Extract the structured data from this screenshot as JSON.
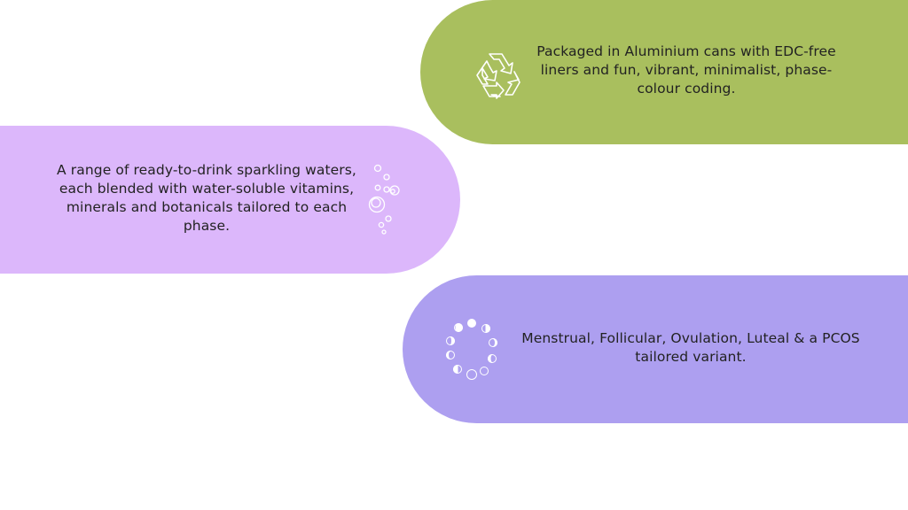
{
  "cards": {
    "packaging": {
      "text": "Packaged in Aluminium cans with EDC-free liners and fun, vibrant, minimalist, phase-colour coding.",
      "icon": "recycle-icon",
      "color": "#a9bf5e"
    },
    "product": {
      "text": "A range of ready-to-drink sparkling waters, each blended with water-soluble vitamins, minerals and botanicals tailored to each phase.",
      "icon": "bubbles-icon",
      "color": "#dcb7fb"
    },
    "phases": {
      "text": "Menstrual, Follicular, Ovulation, Luteal & a PCOS tailored variant.",
      "icon": "moon-phases-icon",
      "color": "#ad9ff0"
    }
  }
}
